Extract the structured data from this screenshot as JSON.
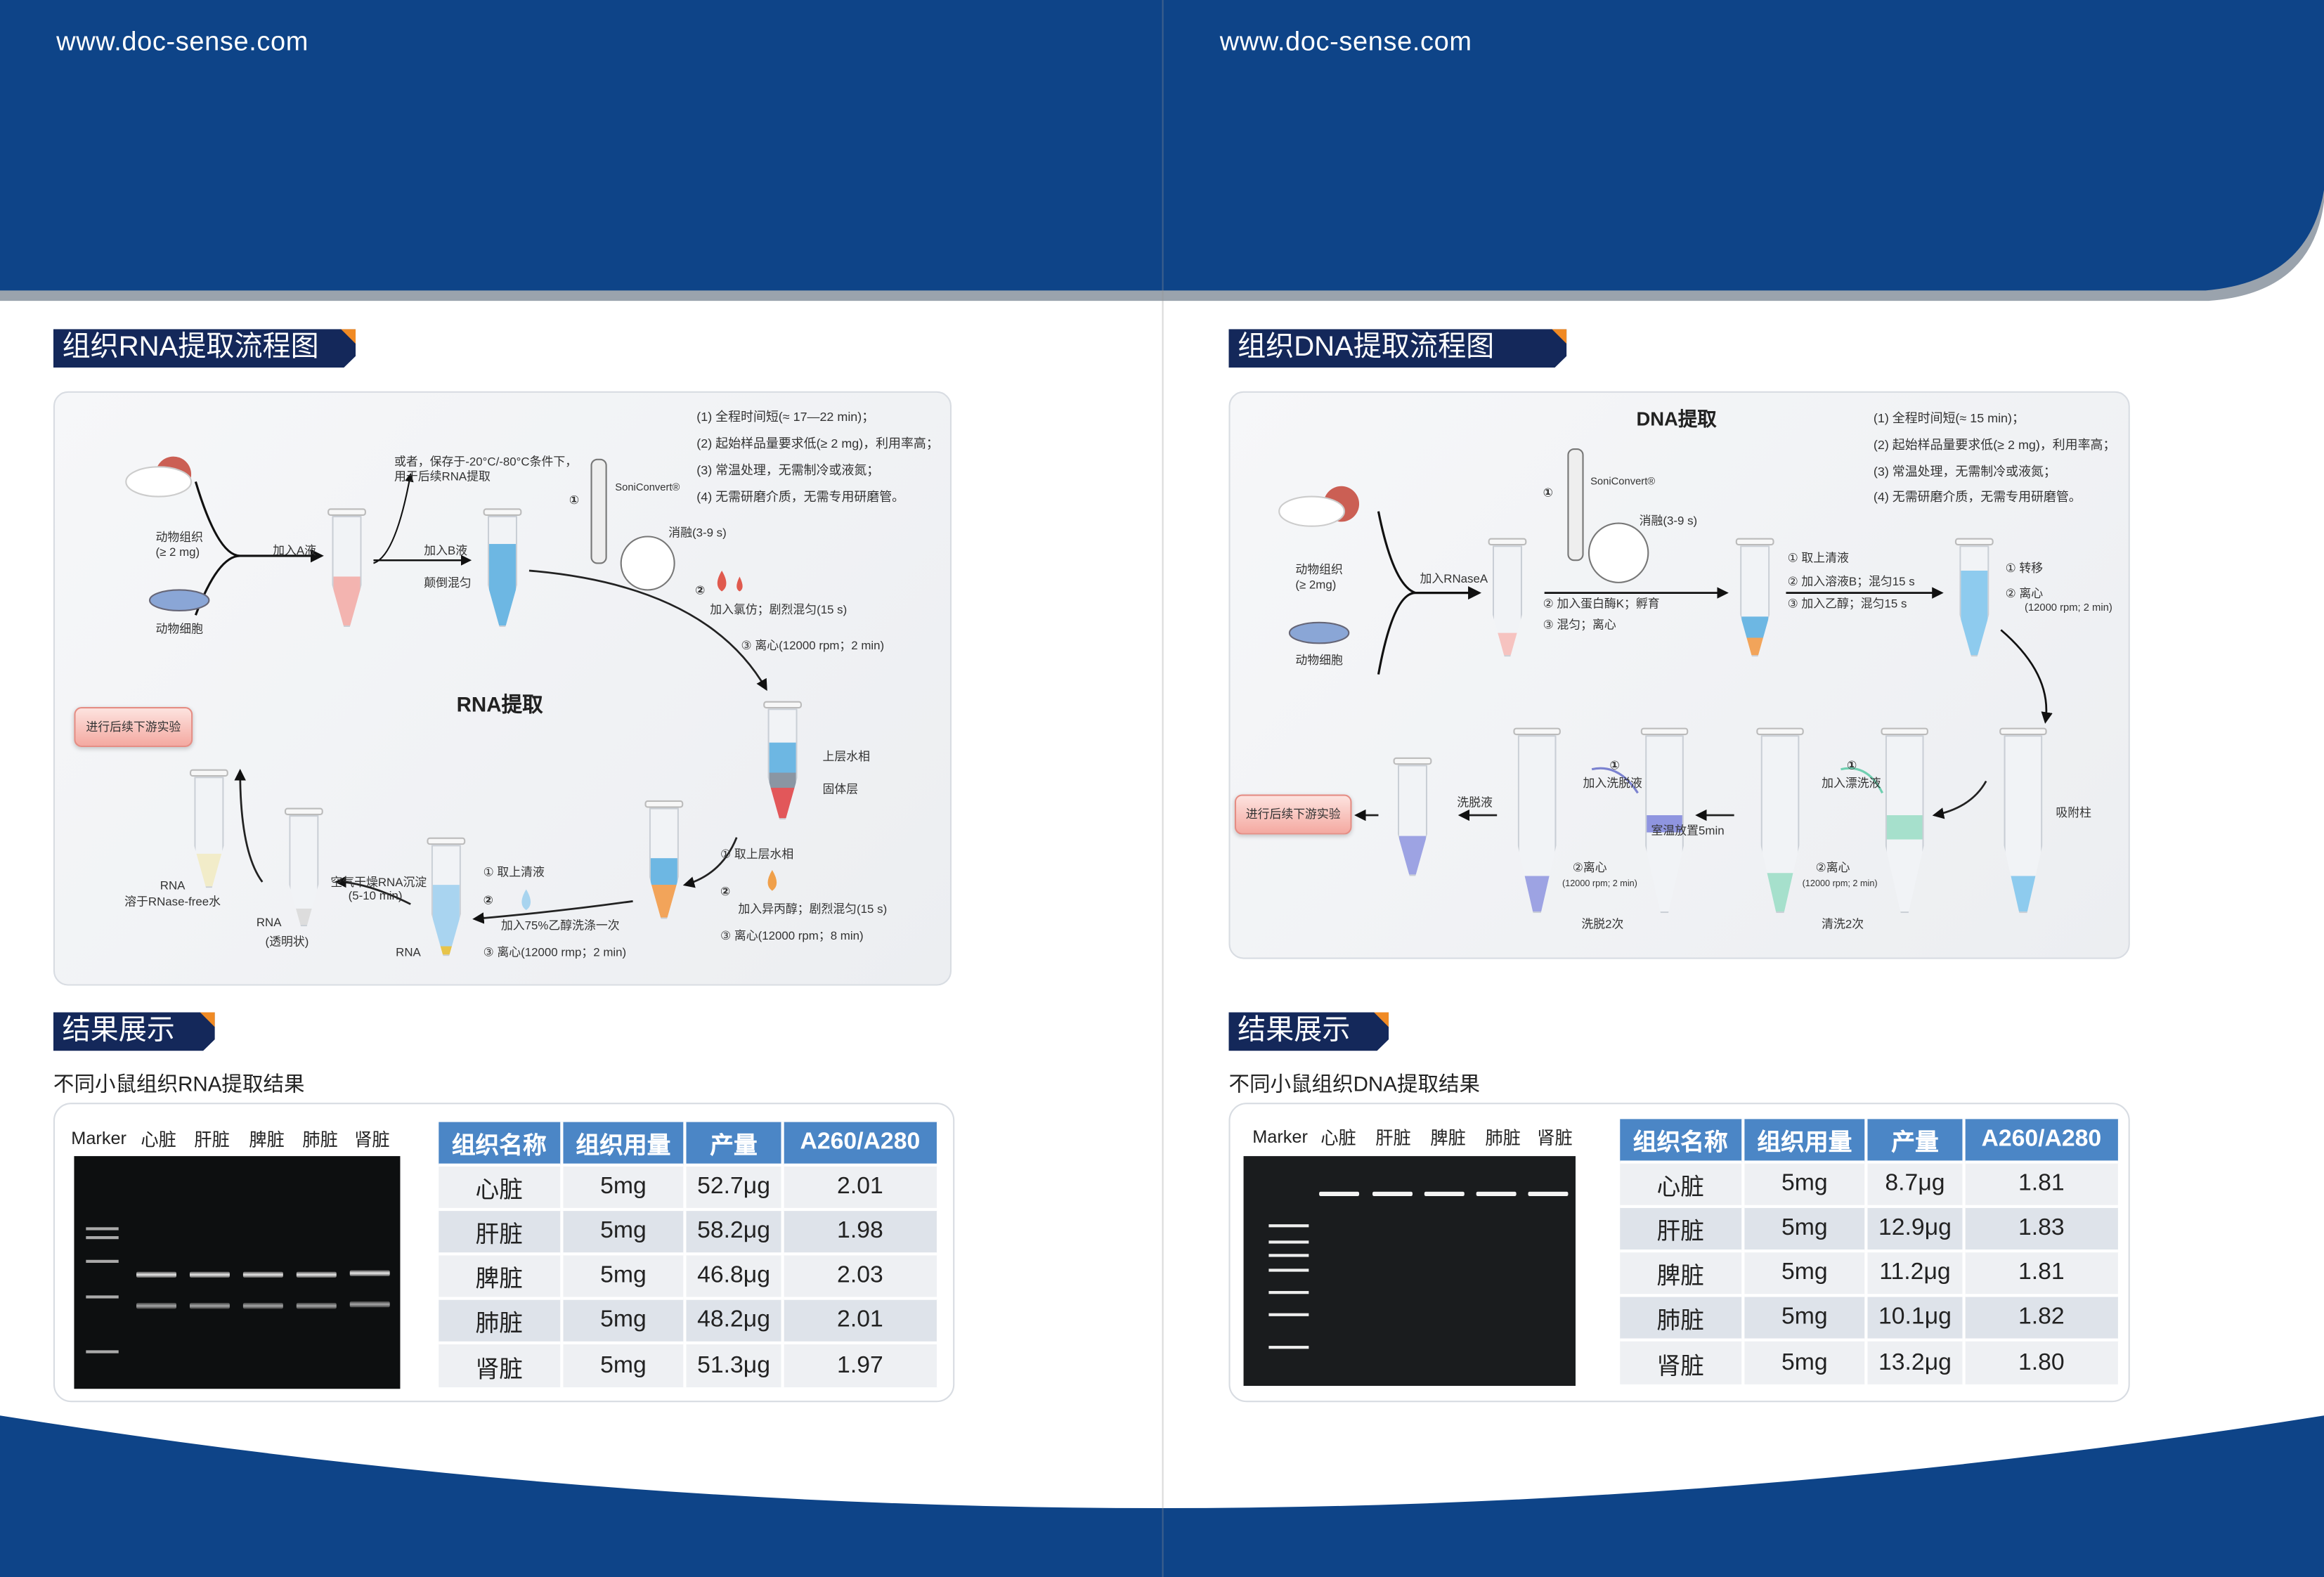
{
  "pages": [
    {
      "url": "www.doc-sense.com",
      "flow_title": "组织RNA提取流程图",
      "flow": {
        "center_title": "RNA提取",
        "notes": [
          "(1) 全程时间短(≈ 17—22 min)；",
          "(2) 起始样品量要求低(≥ 2 mg)，利用率高；",
          "(3) 常温处理，无需制冷或液氮；",
          "(4) 无需研磨介质，无需专用研磨管。"
        ],
        "tissue": "动物组织",
        "tissue_amt": "(≥ 2 mg)",
        "cells": "动物细胞",
        "add_a": "加入A液",
        "store": [
          "或者，保存于-20°C/-80°C条件下，",
          "用于后续RNA提取"
        ],
        "add_b": "加入B液",
        "invert": "颠倒混匀",
        "step1_num": "①",
        "device": "SoniConvert®",
        "ablate": "消融(3-9 s)",
        "step2_num": "②",
        "chloroform": "加入氯仿；剧烈混匀(15 s)",
        "centrifuge1": "③ 离心(12000 rpm；2 min)",
        "upper": "上层水相",
        "solid": "固体层",
        "take_upper": "① 取上层水相",
        "isopropanol_num": "②",
        "isopropanol": "加入异丙醇；剧烈混匀(15 s)",
        "centrifuge2": "③ 离心(12000 rpm；8 min)",
        "take_super": "① 取上清液",
        "ethanol_num": "②",
        "ethanol": "加入75%乙醇洗涤一次",
        "centrifuge3": "③ 离心(12000 rmp；2 min)",
        "rna_pellet": "RNA",
        "air_dry": "空气干燥RNA沉淀",
        "air_dry_time": "(5-10 min)",
        "rna_clear": "RNA",
        "clear": "(透明状)",
        "rna_dissolved": "RNA",
        "dissolve": "溶于RNase-free水",
        "downstream": "进行后续下游实验"
      },
      "result_title": "结果展示",
      "result_subtitle": "不同小鼠组织RNA提取结果",
      "gel_labels": [
        "Marker",
        "心脏",
        "肝脏",
        "脾脏",
        "肺脏",
        "肾脏"
      ],
      "table": {
        "headers": [
          "组织名称",
          "组织用量",
          "产量",
          "A260/A280"
        ],
        "rows": [
          [
            "心脏",
            "5mg",
            "52.7μg",
            "2.01"
          ],
          [
            "肝脏",
            "5mg",
            "58.2μg",
            "1.98"
          ],
          [
            "脾脏",
            "5mg",
            "46.8μg",
            "2.03"
          ],
          [
            "肺脏",
            "5mg",
            "48.2μg",
            "2.01"
          ],
          [
            "肾脏",
            "5mg",
            "51.3μg",
            "1.97"
          ]
        ]
      }
    },
    {
      "url": "www.doc-sense.com",
      "flow_title": "组织DNA提取流程图",
      "flow": {
        "center_title": "DNA提取",
        "notes": [
          "(1) 全程时间短(≈ 15 min)；",
          "(2) 起始样品量要求低(≥ 2 mg)，利用率高；",
          "(3) 常温处理，无需制冷或液氮；",
          "(4) 无需研磨介质，无需专用研磨管。"
        ],
        "tissue": "动物组织",
        "tissue_amt": "(≥ 2mg)",
        "cells": "动物细胞",
        "add_rnase": "加入RNaseA",
        "step1_num": "①",
        "device": "SoniConvert®",
        "ablate": "消融(3-9 s)",
        "proteinase": "② 加入蛋白酶K；孵育",
        "mix_spin": "③ 混匀；离心",
        "take_super": "① 取上清液",
        "add_b": "② 加入溶液B；混匀15 s",
        "add_ethanol": "③ 加入乙醇；混匀15 s",
        "transfer": "① 转移",
        "spin": "② 离心",
        "spin_params": "(12000 rpm; 2 min)",
        "column": "吸附柱",
        "wash_num": "①",
        "add_wash": "加入漂洗液",
        "wash_spin": "②离心",
        "wash_spin_params": "(12000 rpm; 2 min)",
        "wash_twice": "清洗2次",
        "elute_num": "①",
        "add_elute": "加入洗脱液",
        "room_temp": "室温放置5min",
        "elute_spin": "②离心",
        "elute_spin_params": "(12000 rpm; 2 min)",
        "elute_twice": "洗脱2次",
        "eluate": "洗脱液",
        "downstream": "进行后续下游实验"
      },
      "result_title": "结果展示",
      "result_subtitle": "不同小鼠组织DNA提取结果",
      "gel_labels": [
        "Marker",
        "心脏",
        "肝脏",
        "脾脏",
        "肺脏",
        "肾脏"
      ],
      "table": {
        "headers": [
          "组织名称",
          "组织用量",
          "产量",
          "A260/A280"
        ],
        "rows": [
          [
            "心脏",
            "5mg",
            "8.7μg",
            "1.81"
          ],
          [
            "肝脏",
            "5mg",
            "12.9μg",
            "1.83"
          ],
          [
            "脾脏",
            "5mg",
            "11.2μg",
            "1.81"
          ],
          [
            "肺脏",
            "5mg",
            "10.1μg",
            "1.82"
          ],
          [
            "肾脏",
            "5mg",
            "13.2μg",
            "1.80"
          ]
        ]
      }
    }
  ],
  "colors": {
    "brand_blue": "#0e4488",
    "navy": "#14285a",
    "accent_orange": "#f08a24",
    "table_header": "#4b86c6"
  }
}
